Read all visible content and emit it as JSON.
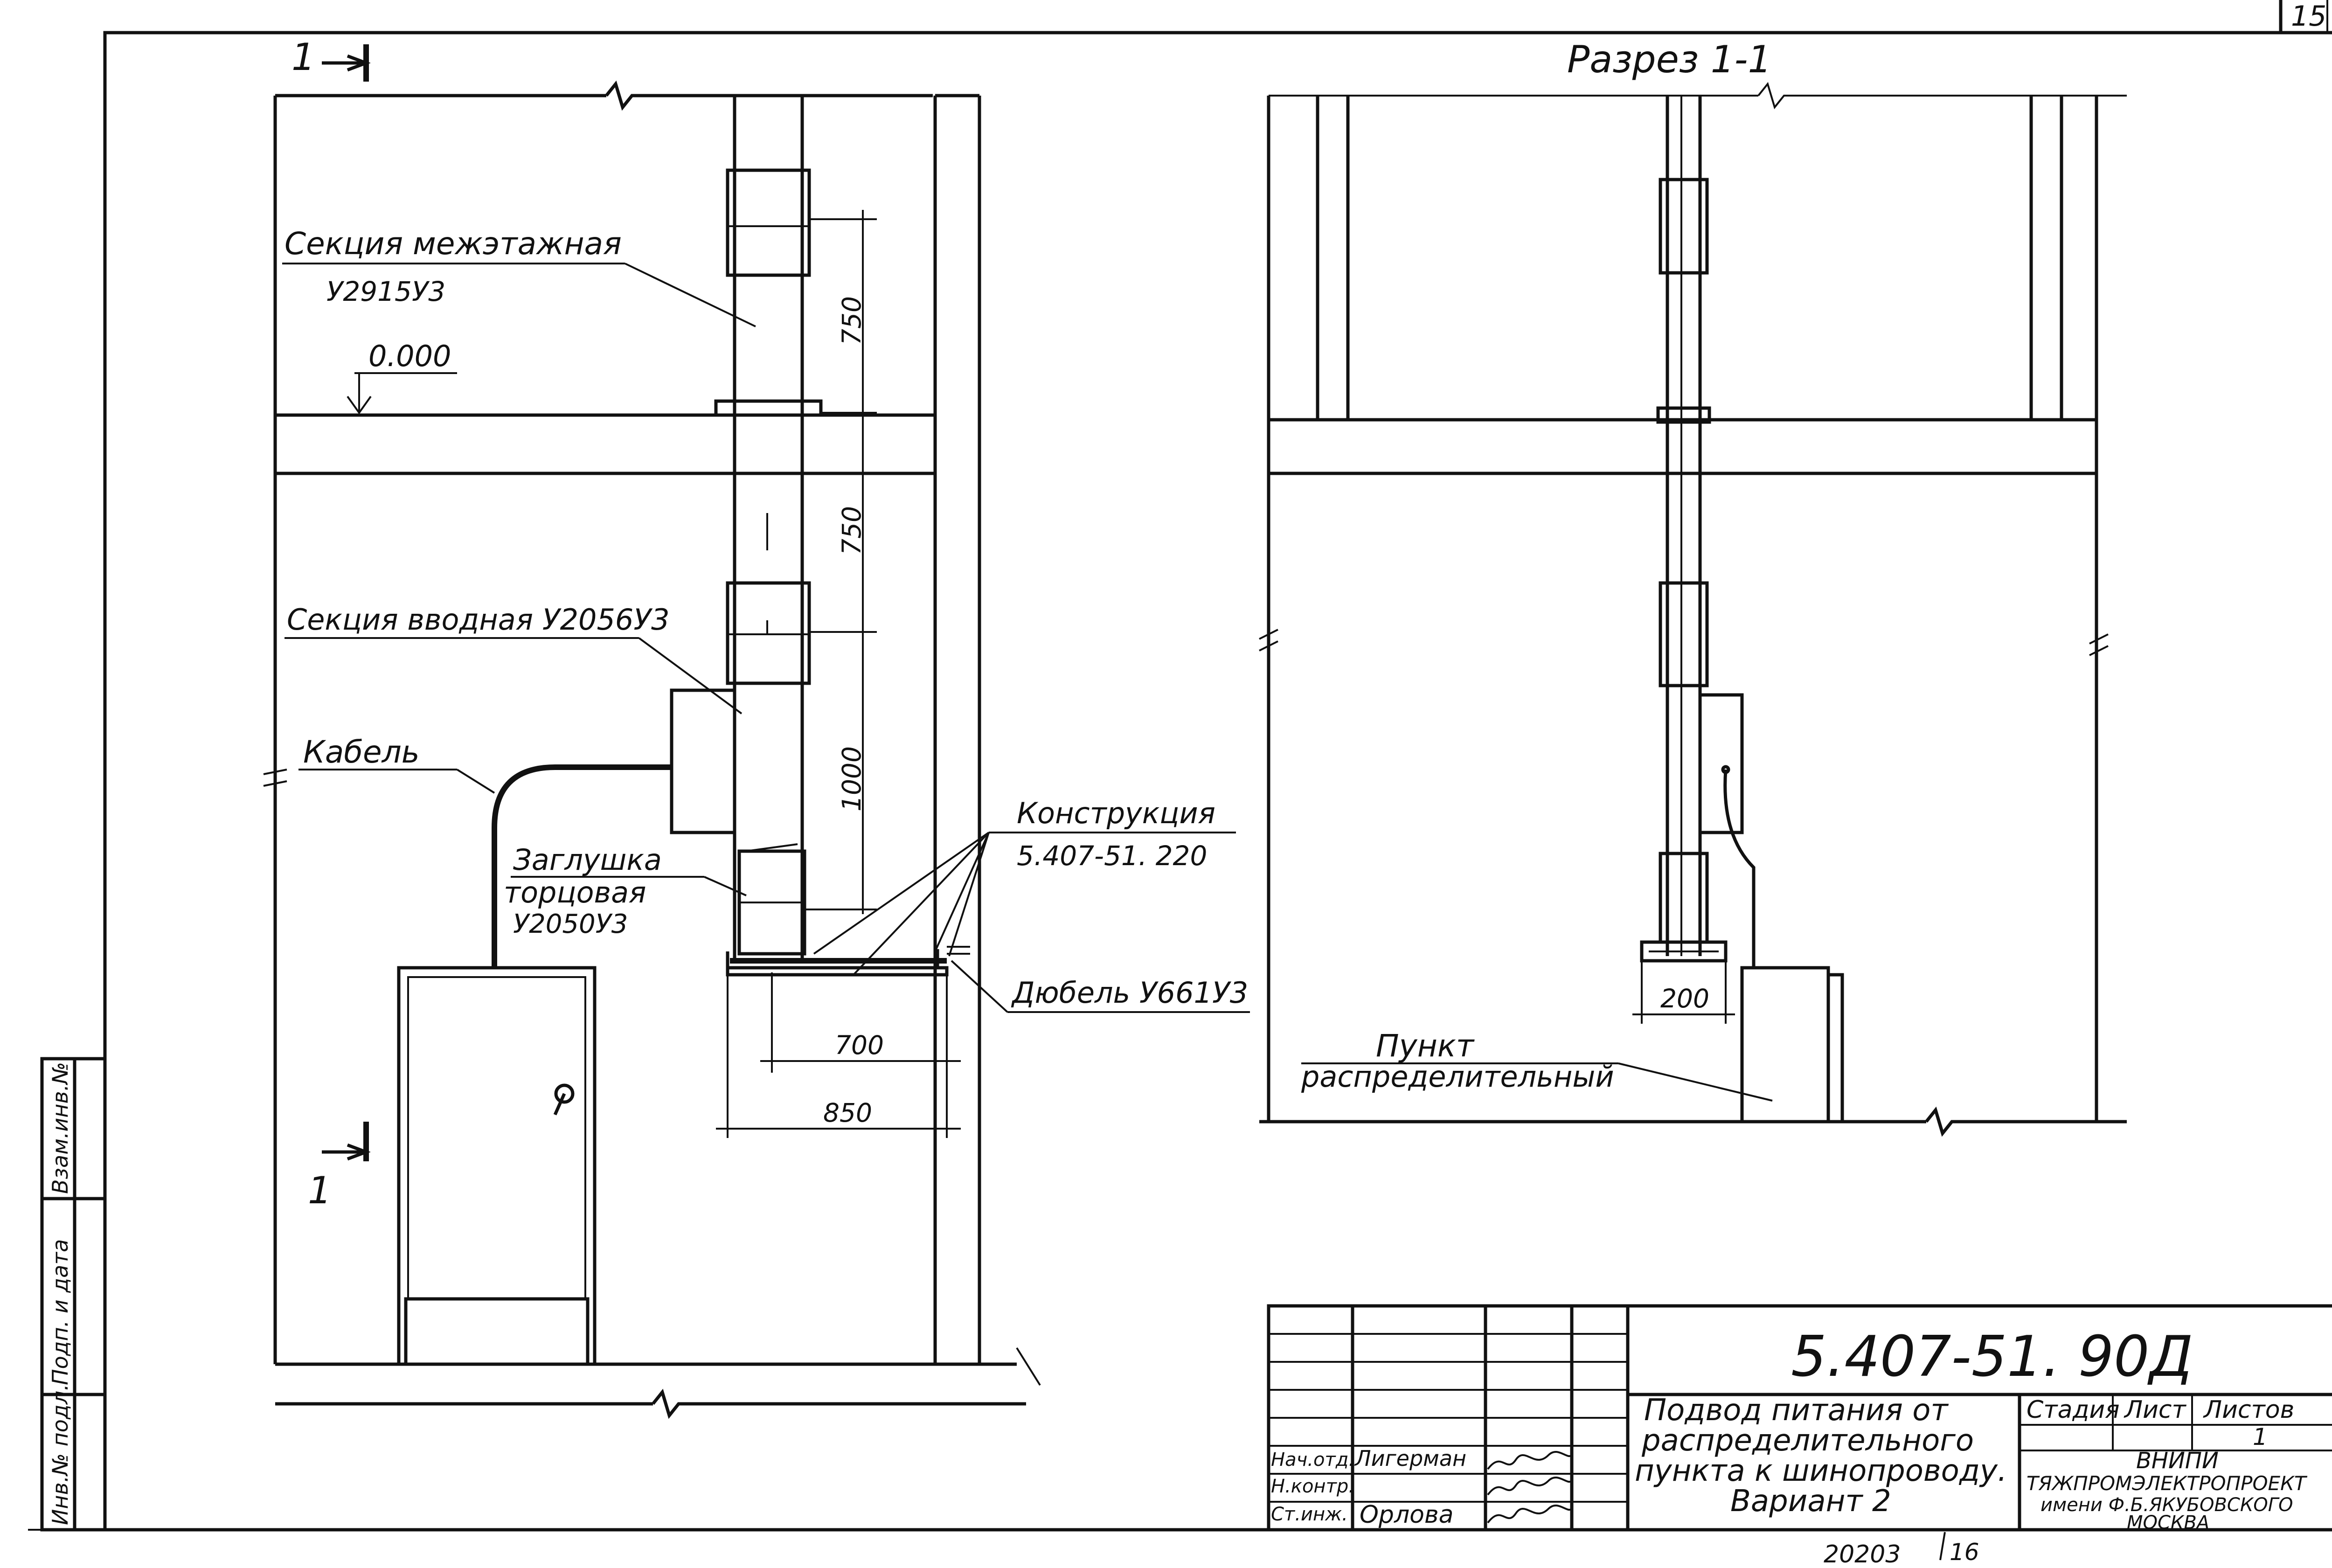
{
  "sheet": {
    "number": "15",
    "footer_code": "20203",
    "footer_page": "16"
  },
  "left_view": {
    "section_marker_top": "1",
    "section_marker_bottom": "1",
    "elevation_label": "0.000",
    "labels": {
      "section_interfloor": "Секция межэтажная",
      "section_interfloor_code": "У2915У3",
      "section_input": "Секция вводная У2056У3",
      "cable": "Кабель",
      "end_cap": "Заглушка",
      "end_cap_2": "торцовая",
      "end_cap_code": "У2050У3",
      "construction": "Конструкция",
      "construction_code": "5.407-51. 220",
      "dowel": "Дюбель У661У3"
    },
    "dimensions": {
      "d1": "750",
      "d2": "750",
      "d3": "1000",
      "d4": "700",
      "d5": "850"
    }
  },
  "right_view": {
    "title": "Разрез 1-1",
    "dimension": "200",
    "label_line1": "Пункт",
    "label_line2": "распределительный"
  },
  "side_stamp": {
    "cells": [
      "Взам.инв.№",
      "Подп. и дата",
      "Инв.№ подл."
    ]
  },
  "title_block": {
    "doc_code": "5.407-51. 90Д",
    "title_lines": [
      "Подвод питания от",
      "распределительного",
      "пункта к шинопроводу.",
      "Вариант 2"
    ],
    "stage_header": "Стадия",
    "sheet_header": "Лист",
    "sheets_header": "Листов",
    "sheets_value": "1",
    "org_lines": [
      "ВНИПИ",
      "ТЯЖПРОМЭЛЕКТРОПРОЕКТ",
      "имени Ф.Б.ЯКУБОВСКОГО",
      "МОСКВА"
    ],
    "roles": [
      {
        "role": "Нач.отд.",
        "name": "Лигерман"
      },
      {
        "role": "Н.контр.",
        "name": ""
      },
      {
        "role": "Ст.инж.",
        "name": "Орлова"
      }
    ]
  }
}
